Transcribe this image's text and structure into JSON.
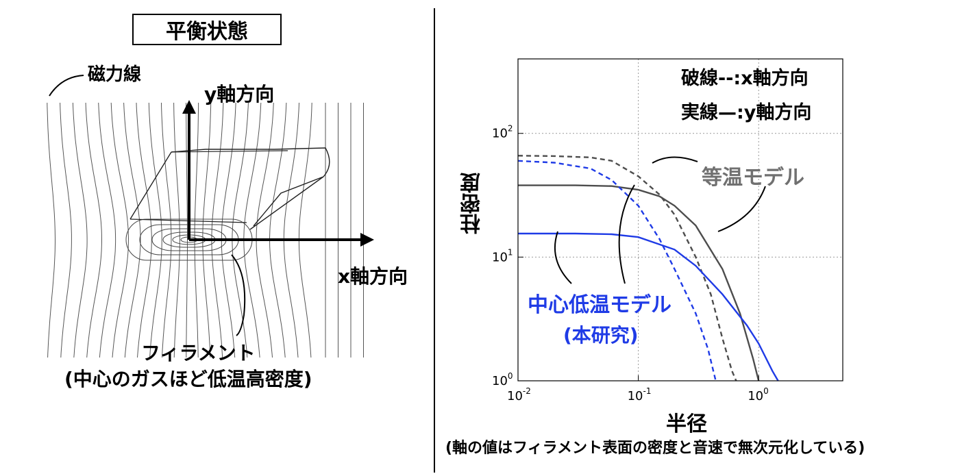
{
  "left": {
    "title": "平衡状態",
    "field_label": "磁力線",
    "y_axis": "y軸方向",
    "x_axis": "x軸方向",
    "filament_line1": "フィラメント",
    "filament_line2": "(中心のガスほど低温高密度)"
  },
  "right": {
    "legend_dashed": "破線--:x軸方向",
    "legend_solid": "実線—:y軸方向",
    "isothermal_label": "等温モデル",
    "lowtemp_label": "中心低温モデル",
    "lowtemp_sub": "(本研究)",
    "colors": {
      "isothermal": "#4d4d4d",
      "lowtemp": "#1f3be6",
      "blue_text": "#1f3be6",
      "gray_text": "#707070"
    }
  },
  "chart_data": {
    "type": "line",
    "xlabel": "半径",
    "ylabel": "柱密度",
    "note": "(軸の値はフィラメント表面の密度と音速で無次元化している)",
    "x_scale": "log",
    "y_scale": "log",
    "xlim": [
      0.01,
      5
    ],
    "ylim": [
      1,
      400
    ],
    "x_ticks": [
      {
        "value": 0.01,
        "base": "10",
        "exp": "-2"
      },
      {
        "value": 0.1,
        "base": "10",
        "exp": "-1"
      },
      {
        "value": 1,
        "base": "10",
        "exp": "0"
      }
    ],
    "y_ticks": [
      {
        "value": 1,
        "base": "10",
        "exp": "0"
      },
      {
        "value": 10,
        "base": "10",
        "exp": "1"
      },
      {
        "value": 100,
        "base": "10",
        "exp": "2"
      }
    ],
    "grid": true,
    "series": [
      {
        "model": "isothermal",
        "axis": "x",
        "style": "dashed",
        "color": "#4d4d4d",
        "x": [
          0.01,
          0.02,
          0.04,
          0.06,
          0.1,
          0.15,
          0.2,
          0.3,
          0.4,
          0.5,
          0.6,
          0.65
        ],
        "y": [
          66,
          65.5,
          64,
          60,
          45,
          32,
          22,
          10,
          5,
          2.2,
          1.2,
          1
        ]
      },
      {
        "model": "isothermal",
        "axis": "y",
        "style": "solid",
        "color": "#4d4d4d",
        "x": [
          0.01,
          0.03,
          0.06,
          0.1,
          0.15,
          0.2,
          0.3,
          0.5,
          0.7,
          0.9,
          1.0
        ],
        "y": [
          38,
          38,
          37.5,
          35,
          31,
          26,
          18,
          8,
          3.5,
          1.5,
          1
        ]
      },
      {
        "model": "lowtemp",
        "axis": "x",
        "style": "dashed",
        "color": "#1f3be6",
        "x": [
          0.01,
          0.02,
          0.04,
          0.06,
          0.1,
          0.15,
          0.2,
          0.3,
          0.38,
          0.42,
          0.44
        ],
        "y": [
          60,
          58,
          52,
          42,
          26,
          14,
          8,
          3.5,
          1.8,
          1.2,
          1
        ]
      },
      {
        "model": "lowtemp",
        "axis": "y",
        "style": "solid",
        "color": "#1f3be6",
        "x": [
          0.01,
          0.03,
          0.06,
          0.1,
          0.2,
          0.3,
          0.5,
          0.8,
          1.0,
          1.3,
          1.45
        ],
        "y": [
          15.5,
          15.5,
          15.3,
          14.5,
          11.5,
          8.5,
          5,
          2.8,
          2,
          1.2,
          1
        ]
      }
    ]
  }
}
